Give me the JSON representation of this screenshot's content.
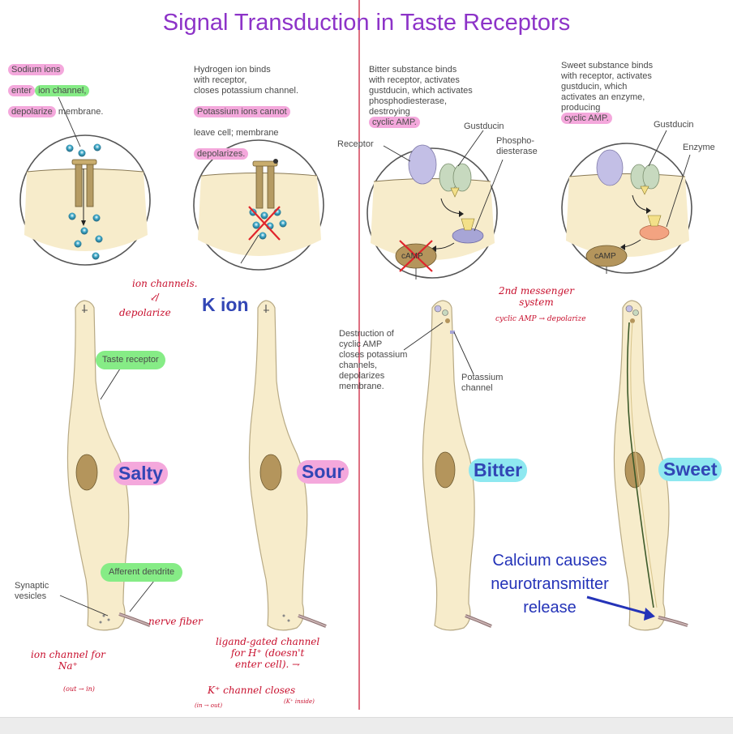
{
  "title": "Signal Transduction in Taste Receptors",
  "colors": {
    "title": "#8d33c8",
    "highlight_pink": "#f4a8dc",
    "highlight_green": "#86ec86",
    "highlight_cyan": "#8ee8f0",
    "annotation_red": "#c8102e",
    "divider": "#c8102e",
    "cell_fill": "#f7eccb",
    "blue_text": "#2433b8"
  },
  "salty": {
    "desc_a": "Sodium ions",
    "desc_b": "enter",
    "desc_c": "ion channel,",
    "desc_d": "depolarize",
    "desc_e": "membrane.",
    "taste_receptor": "Taste receptor",
    "label": "Salty",
    "afferent": "Afferent dendrite",
    "synaptic": "Synaptic\nvesicles"
  },
  "sour": {
    "desc_1": "Hydrogen ion binds\nwith receptor,\ncloses potassium channel.",
    "desc_2": "Potassium ions cannot",
    "desc_3": "leave cell; membrane",
    "desc_4": "depolarizes.",
    "label": "Sour",
    "k_ion": "K ion"
  },
  "bitter": {
    "desc_1": "Bitter substance binds\nwith receptor, activates\ngustducin, which activates\nphosphodiesterase,\ndestroying",
    "desc_2": "cyclic AMP.",
    "gustducin": "Gustducin",
    "receptor": "Receptor",
    "phospho": "Phospho-\ndiesterase",
    "camp": "cAMP",
    "destruction": "Destruction of\ncyclic AMP\ncloses potassium\nchannels,\ndepolarizes\nmembrane.",
    "potassium": "Potassium\nchannel",
    "label": "Bitter"
  },
  "sweet": {
    "desc_1": "Sweet substance binds\nwith receptor, activates\ngustducin, which\nactivates an enzyme,\nproducing",
    "desc_2": "cyclic AMP.",
    "gustducin": "Gustducin",
    "enzyme": "Enzyme",
    "camp": "cAMP",
    "label": "Sweet",
    "calcium": "Calcium causes\nneurotransmitter\nrelease"
  },
  "handwritten": {
    "ion_channels": "ion channels.",
    "depolarize": "depolarize",
    "arrow": "↙",
    "nerve_fiber": "nerve fiber",
    "ion_channel_na": "ion channel for\nNa⁺",
    "out_in": "(out → in)",
    "ligand": "ligand-gated channel\nfor H⁺ (doesn't\nenter cell).   ⇁",
    "k_closes": "K⁺ channel closes",
    "in_out": "(in → out)",
    "kplus_inside": "(K⁺ inside)",
    "second_messenger": "2nd messenger\nsystem",
    "cyclic_amp": "cyclic AMP → depolarize"
  }
}
